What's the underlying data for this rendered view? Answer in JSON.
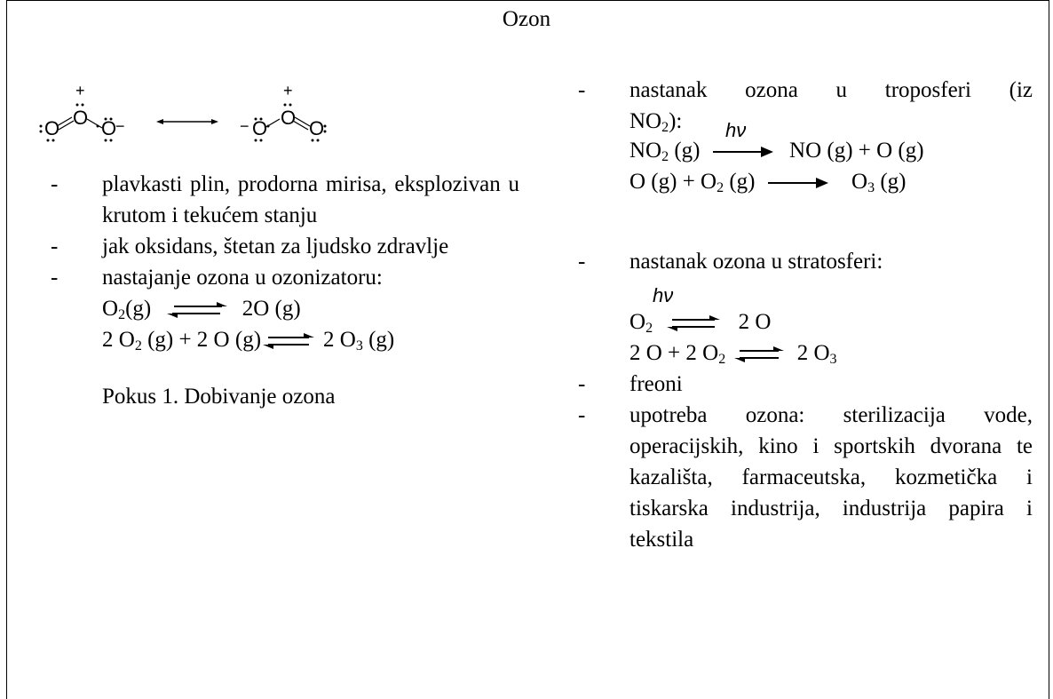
{
  "title": "Ozon",
  "structure": {
    "atom": "O",
    "plus": "+",
    "minus": "−"
  },
  "left": {
    "items": [
      {
        "dash": "-",
        "text": "plavkasti plin, prodorna mirisa, eksplozivan u krutom i tekućem stanju"
      },
      {
        "dash": "-",
        "text": "jak oksidans, štetan za ljudsko zdravlje"
      },
      {
        "dash": "-",
        "text": "nastajanje ozona u ozonizatoru:"
      }
    ],
    "eq1": {
      "lhs": "O",
      "lhs_sub": "2",
      "lhs_rest": "(g)",
      "rhs": "2O (g)"
    },
    "eq2": {
      "lhs_a": "2 O",
      "lhs_sub": "2",
      "lhs_b": " (g) + 2 O (g)",
      "rhs_a": "2 O",
      "rhs_sub": "3",
      "rhs_b": " (g)"
    },
    "experiment": "Pokus 1. Dobivanje ozona"
  },
  "right": {
    "item1": {
      "dash": "-",
      "line1": "nastanak ozona u troposferi (iz",
      "line2_a": "NO",
      "line2_sub": "2",
      "line2_b": "):"
    },
    "hv": "hν",
    "eq3": {
      "lhs_a": "NO",
      "lhs_sub": "2",
      "lhs_b": " (g)",
      "rhs": "NO (g) + O (g)"
    },
    "eq4": {
      "lhs_a": "O (g) + O",
      "lhs_sub": "2",
      "lhs_b": " (g)",
      "rhs_a": "O",
      "rhs_sub": "3",
      "rhs_b": " (g)"
    },
    "item2": {
      "dash": "-",
      "text": "nastanak ozona u stratosferi:"
    },
    "eq5": {
      "lhs_a": "O",
      "lhs_sub": "2",
      "rhs": "2 O"
    },
    "eq6": {
      "lhs_a": "2 O + 2 O",
      "lhs_sub": "2",
      "rhs_a": "2 O",
      "rhs_sub": "3"
    },
    "item3": {
      "dash": "-",
      "text": "freoni"
    },
    "item4": {
      "dash": "-",
      "text": "upotreba ozona: sterilizacija vode, operacijskih, kino i sportskih dvorana te kazališta, farmaceutska, kozmetička i tiskarska industrija, industrija papira i tekstila"
    }
  }
}
